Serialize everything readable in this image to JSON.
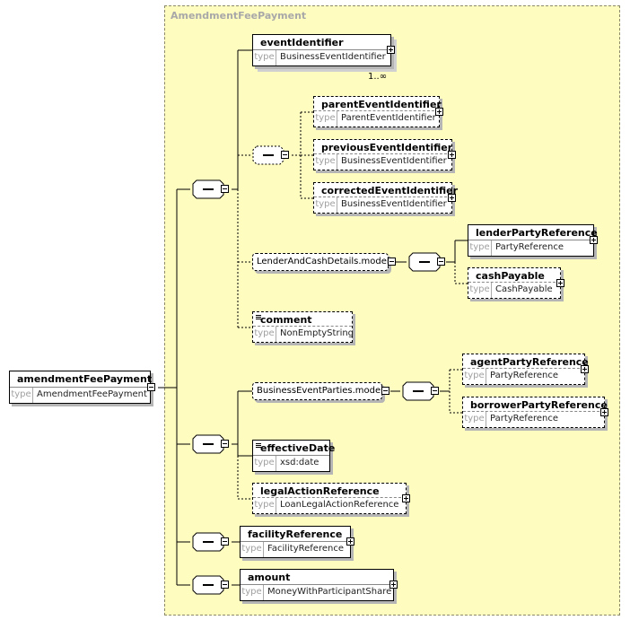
{
  "diagram": {
    "group_title": "AmendmentFeePayment",
    "type_key": "type",
    "root": {
      "name": "amendmentFeePayment",
      "type": "AmendmentFeePayment"
    },
    "elements": {
      "event_identifier": {
        "name": "eventIdentifier",
        "type": "BusinessEventIdentifier",
        "cardinality": "1..∞"
      },
      "parent_event_identifier": {
        "name": "parentEventIdentifier",
        "type": "ParentEventIdentifier"
      },
      "previous_event_identifier": {
        "name": "previousEventIdentifier",
        "type": "BusinessEventIdentifier"
      },
      "corrected_event_identifier": {
        "name": "correctedEventIdentifier",
        "type": "BusinessEventIdentifier"
      },
      "lender_and_cash_details_model": {
        "name": "LenderAndCashDetails.model"
      },
      "lender_party_reference": {
        "name": "lenderPartyReference",
        "type": "PartyReference"
      },
      "cash_payable": {
        "name": "cashPayable",
        "type": "CashPayable"
      },
      "comment": {
        "name": "comment",
        "type": "NonEmptyString"
      },
      "business_event_parties_model": {
        "name": "BusinessEventParties.model"
      },
      "agent_party_reference": {
        "name": "agentPartyReference",
        "type": "PartyReference"
      },
      "borrower_party_reference": {
        "name": "borrowerPartyReference",
        "type": "PartyReference"
      },
      "effective_date": {
        "name": "effectiveDate",
        "type": "xsd:date"
      },
      "legal_action_reference": {
        "name": "legalActionReference",
        "type": "LoanLegalActionReference"
      },
      "facility_reference": {
        "name": "facilityReference",
        "type": "FacilityReference"
      },
      "amount": {
        "name": "amount",
        "type": "MoneyWithParticipantShare"
      }
    }
  }
}
